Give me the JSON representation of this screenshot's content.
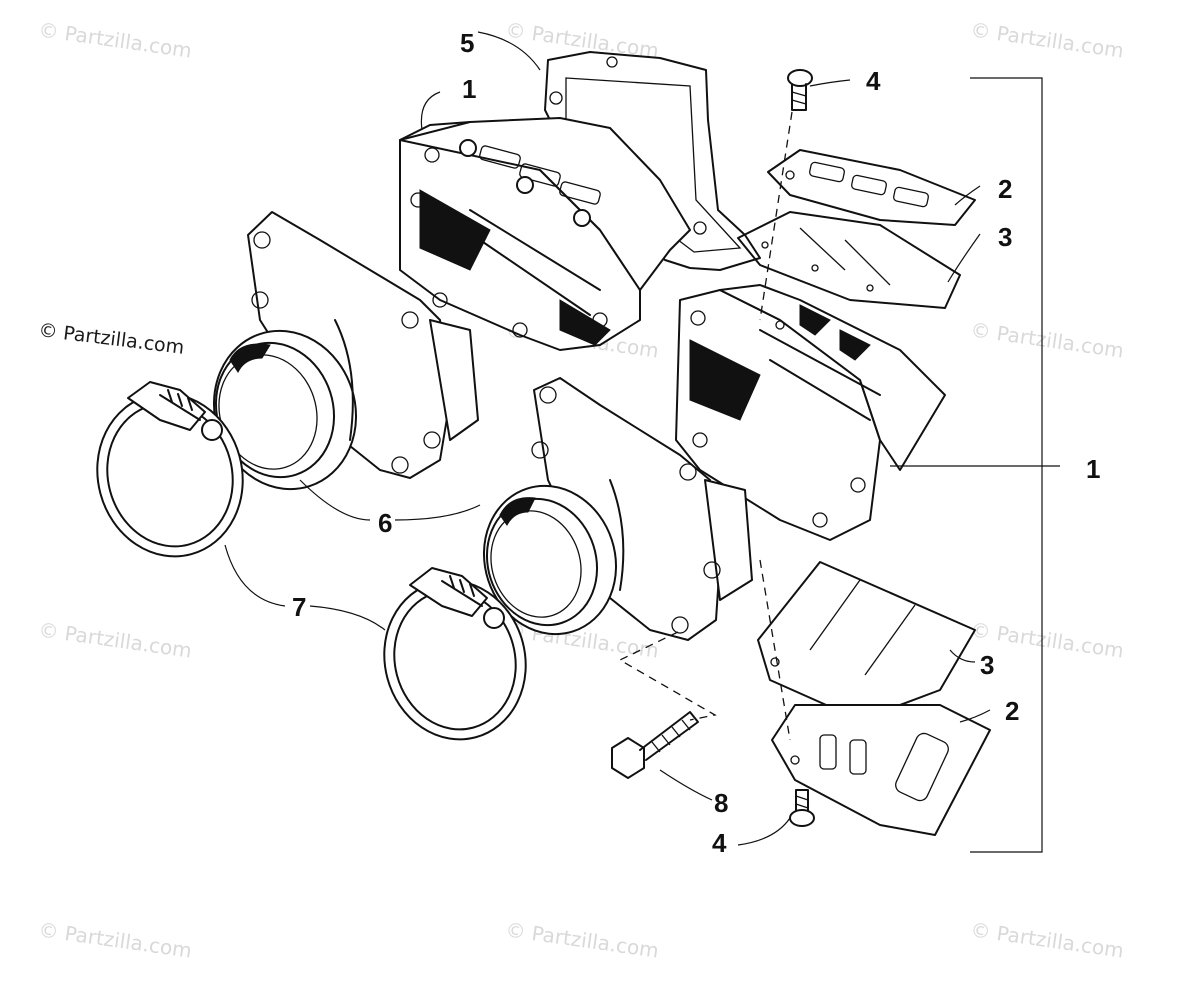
{
  "watermark_text": "© Partzilla.com",
  "callouts": {
    "c1_top": "1",
    "c1_right": "1",
    "c2_upper": "2",
    "c2_lower": "2",
    "c3_upper": "3",
    "c3_lower": "3",
    "c4_upper": "4",
    "c4_lower": "4",
    "c5": "5",
    "c6": "6",
    "c7": "7",
    "c8": "8"
  }
}
